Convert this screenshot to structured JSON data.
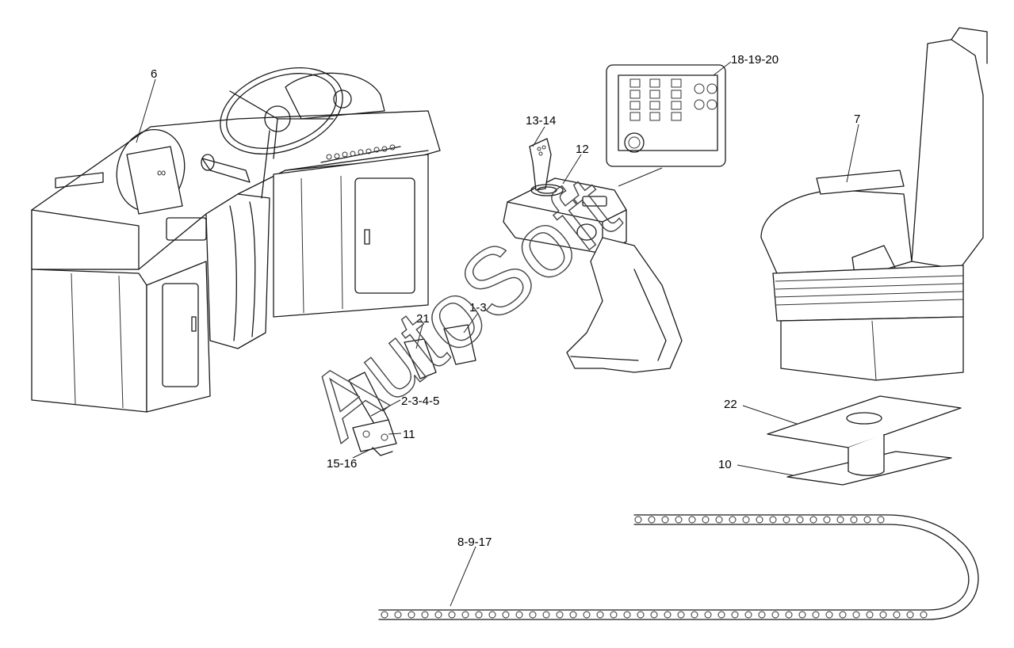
{
  "diagram": {
    "labels": [
      {
        "id": "l6",
        "text": "6"
      },
      {
        "id": "l18",
        "text": "18-19-20"
      },
      {
        "id": "l13",
        "text": "13-14"
      },
      {
        "id": "l12",
        "text": "12"
      },
      {
        "id": "l7",
        "text": "7"
      },
      {
        "id": "l21",
        "text": "21"
      },
      {
        "id": "l1",
        "text": "1-3"
      },
      {
        "id": "l2",
        "text": "2-3-4-5"
      },
      {
        "id": "l11",
        "text": "11"
      },
      {
        "id": "l15",
        "text": "15-16"
      },
      {
        "id": "l22",
        "text": "22"
      },
      {
        "id": "l10",
        "text": "10"
      },
      {
        "id": "l8",
        "text": "8-9-17"
      }
    ],
    "watermark": "AutoSoft"
  },
  "colors": {
    "line": "#1a1a1a",
    "background": "#ffffff"
  }
}
